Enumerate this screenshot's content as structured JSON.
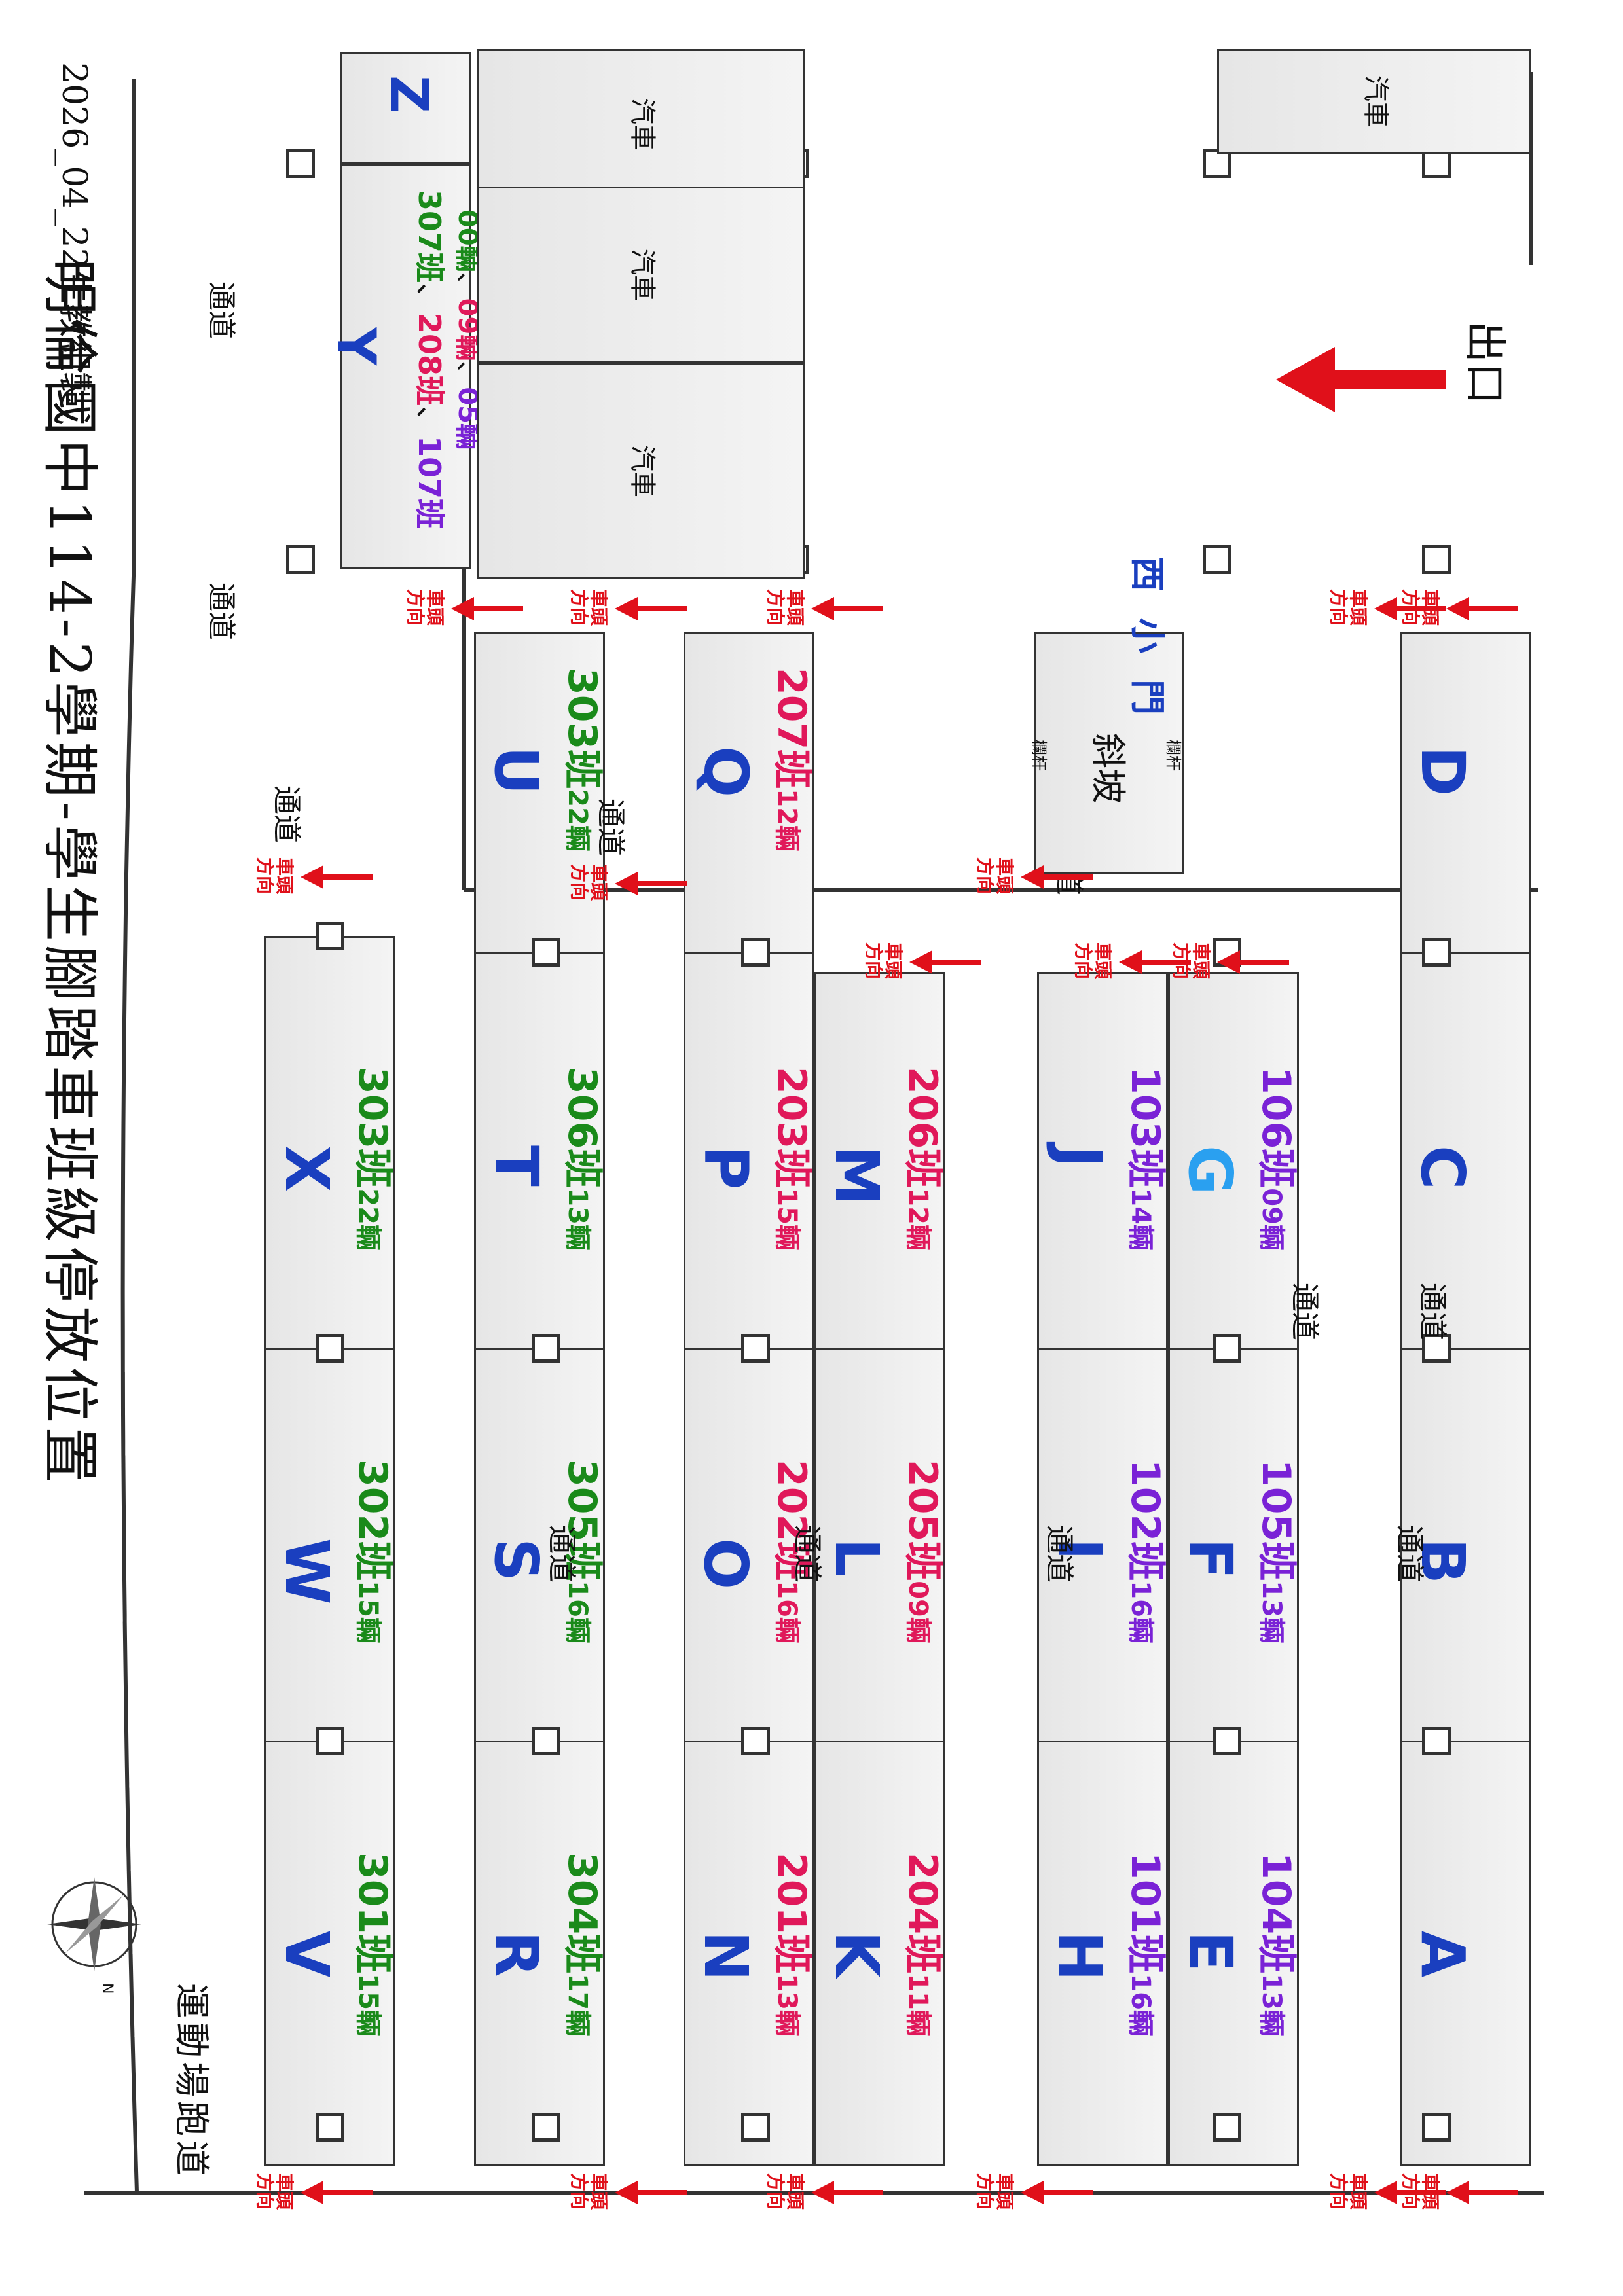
{
  "title": "明倫國中114-2學期-學生腳踏車班級停放位置",
  "subtitle": "2026_04_22生教組製",
  "track_label": "運動場跑道",
  "passage_label": "通道",
  "exit_label": "出口",
  "gate_label": "西小門",
  "ramp_label": "斜坡",
  "rail_label": "欄杆",
  "car_label": "汽車",
  "head_dir_label": [
    "車頭",
    "方向"
  ],
  "compass_label": "N",
  "colors": {
    "grade3": "#1a8a1a",
    "grade2": "#e0185a",
    "grade1": "#7a22d6",
    "letter": "#1a3fbf",
    "arrow": "#e0101a"
  },
  "zones": {
    "V": {
      "letter": "V",
      "cls": "301班",
      "cnt": "15輛"
    },
    "W": {
      "letter": "W",
      "cls": "302班",
      "cnt": "15輛"
    },
    "X": {
      "letter": "X",
      "cls": "303班",
      "cnt": "22輛"
    },
    "R": {
      "letter": "R",
      "cls": "304班",
      "cnt": "17輛"
    },
    "S": {
      "letter": "S",
      "cls": "305班",
      "cnt": "16輛"
    },
    "T": {
      "letter": "T",
      "cls": "306班",
      "cnt": "13輛"
    },
    "U": {
      "letter": "U",
      "cls": "303班",
      "cnt": "22輛"
    },
    "N": {
      "letter": "N",
      "cls": "201班",
      "cnt": "13輛"
    },
    "O": {
      "letter": "O",
      "cls": "202班",
      "cnt": "16輛"
    },
    "P": {
      "letter": "P",
      "cls": "203班",
      "cnt": "15輛"
    },
    "Q": {
      "letter": "Q",
      "cls": "207班",
      "cnt": "12輛"
    },
    "K": {
      "letter": "K",
      "cls": "204班",
      "cnt": "11輛"
    },
    "L": {
      "letter": "L",
      "cls": "205班",
      "cnt": "09輛"
    },
    "M": {
      "letter": "M",
      "cls": "206班",
      "cnt": "12輛"
    },
    "H": {
      "letter": "H",
      "cls": "101班",
      "cnt": "16輛"
    },
    "I": {
      "letter": "I",
      "cls": "102班",
      "cnt": "16輛"
    },
    "J": {
      "letter": "J",
      "cls": "103班",
      "cnt": "14輛"
    },
    "E": {
      "letter": "E",
      "cls": "104班",
      "cnt": "13輛"
    },
    "F": {
      "letter": "F",
      "cls": "105班",
      "cnt": "13輛"
    },
    "G": {
      "letter": "G",
      "cls": "106班",
      "cnt": "09輛"
    },
    "A": {
      "letter": "A"
    },
    "B": {
      "letter": "B"
    },
    "C": {
      "letter": "C"
    },
    "D": {
      "letter": "D"
    },
    "Y": {
      "letter": "Y",
      "cls1": "307班",
      "cls2": "208班",
      "cls3": "107班",
      "cnt1": "00輛",
      "cnt2": "09輛",
      "cnt3": "05輛",
      "sep": "、"
    },
    "Z": {
      "letter": "Z"
    }
  }
}
